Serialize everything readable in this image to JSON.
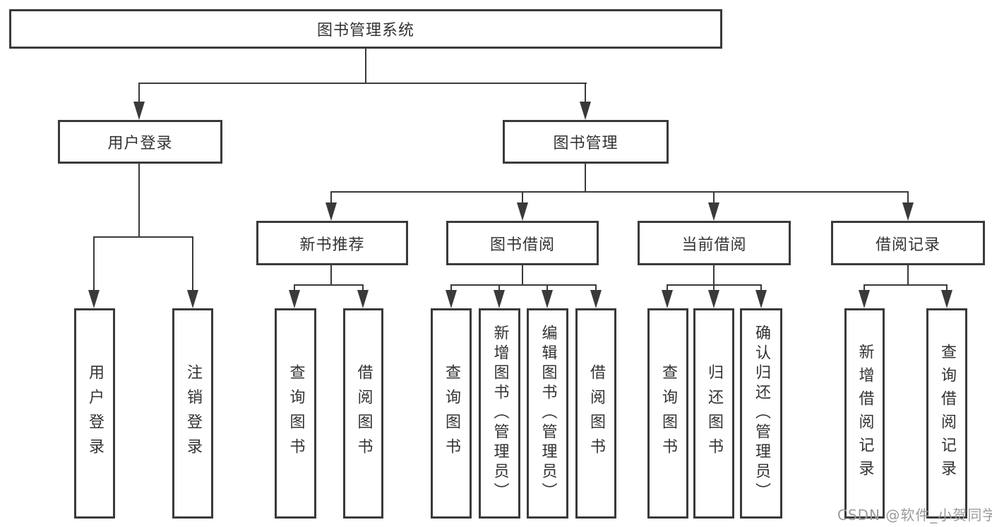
{
  "diagram": {
    "type": "hierarchy-tree",
    "colors": {
      "line": "#3a3a3a",
      "box_border": "#3a3a3a",
      "text": "#333333",
      "watermark": "#9b9b9b",
      "background": "#ffffff"
    },
    "tree": {
      "root": {
        "label": "图书管理系统",
        "children": [
          {
            "label": "用户登录",
            "children": [
              {
                "label": "用户登录"
              },
              {
                "label": "注销登录"
              }
            ]
          },
          {
            "label": "图书管理",
            "children": [
              {
                "label": "新书推荐",
                "children": [
                  {
                    "label": "查询图书"
                  },
                  {
                    "label": "借阅图书"
                  }
                ]
              },
              {
                "label": "图书借阅",
                "children": [
                  {
                    "label": "查询图书"
                  },
                  {
                    "label": "新增图书（管理员）"
                  },
                  {
                    "label": "编辑图书（管理员）"
                  },
                  {
                    "label": "借阅图书"
                  }
                ]
              },
              {
                "label": "当前借阅",
                "children": [
                  {
                    "label": "查询图书"
                  },
                  {
                    "label": "归还图书"
                  },
                  {
                    "label": "确认归还（管理员）"
                  }
                ]
              },
              {
                "label": "借阅记录",
                "children": [
                  {
                    "label": "新增借阅记录"
                  },
                  {
                    "label": "查询借阅记录"
                  }
                ]
              }
            ]
          }
        ]
      }
    },
    "watermark": {
      "text": "CSDN @软件_小贺同学"
    }
  }
}
